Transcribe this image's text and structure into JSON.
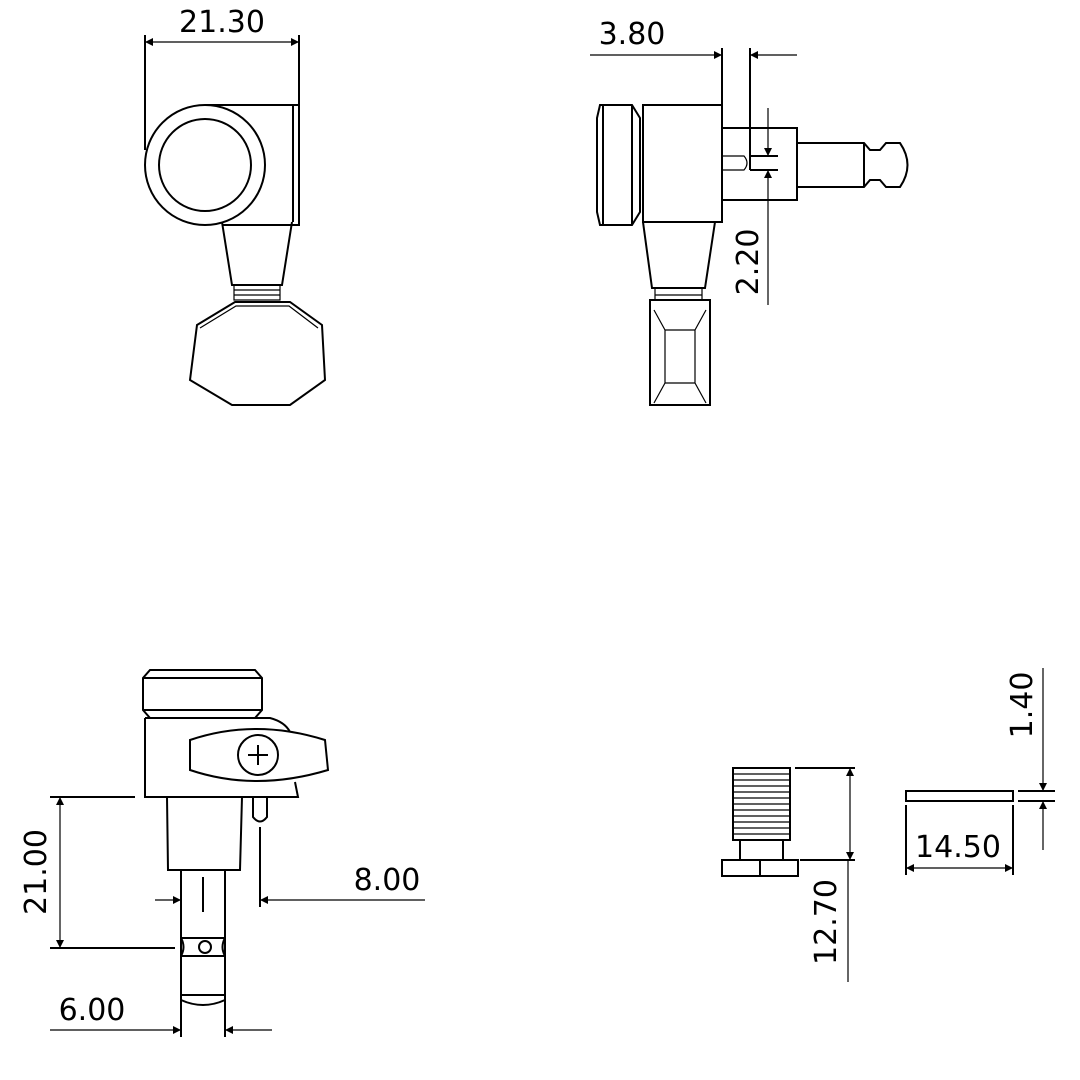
{
  "dimensions": {
    "top_width": "21.30",
    "post_offset": "3.80",
    "pin_diameter": "2.20",
    "bushing_height": "21.00",
    "pin_distance": "8.00",
    "shaft_diameter": "6.00",
    "bolt_length": "12.70",
    "washer_diameter": "14.50",
    "washer_thickness": "1.40"
  },
  "colors": {
    "line": "#000000",
    "background": "#ffffff"
  }
}
